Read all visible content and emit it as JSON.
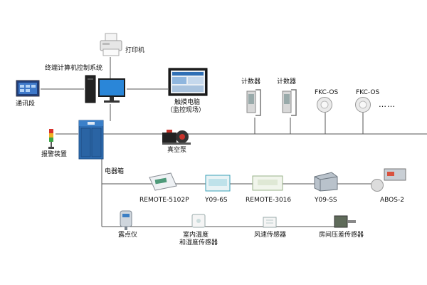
{
  "labels": {
    "printer": "打印机",
    "terminal": "终端计算机控制系统",
    "comm": "通讯段",
    "touch_line1": "触摸电脑",
    "touch_line2": "（监控现场）",
    "counter1": "计数器",
    "counter2": "计数器",
    "fkc1": "FKC-OS",
    "fkc2": "FKC-OS",
    "ellipsis": "……",
    "alarm": "报警装置",
    "vacuum": "真空泵",
    "cabinet": "电器箱",
    "remote5102p": "REMOTE-5102P",
    "y09_6s": "Y09-6S",
    "remote3016": "REMOTE-3016",
    "y09_ss": "Y09-SS",
    "abos2": "ABOS-2",
    "dew": "露点仪",
    "temp_line1": "室内温度",
    "temp_line2": "和湿度传感器",
    "wind": "风速传感器",
    "pressure": "房间压差传感器"
  },
  "colors": {
    "line": "#555555",
    "cabinet": "#2f6fb5",
    "device_white": "#eef1f4",
    "device_green": "#4e9a7a",
    "device_steel": "#b9c2cb"
  },
  "icons": {
    "printer": "printer-icon",
    "pc": "desktop-computer-icon",
    "monitor": "touch-screen-icon",
    "comm": "communication-screen-icon",
    "counter": "particle-counter-icon",
    "sensor_disc": "round-sensor-icon",
    "alarm": "alarm-light-icon",
    "cabinet": "electrical-cabinet-icon",
    "vacuum": "vacuum-pump-icon"
  }
}
